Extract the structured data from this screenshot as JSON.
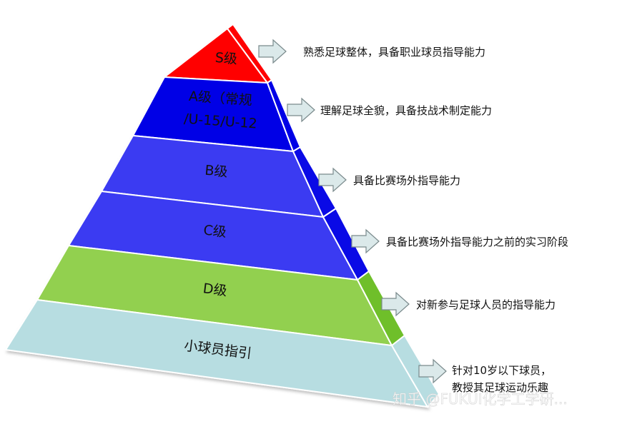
{
  "pyramid": {
    "levels": [
      {
        "label": "S级",
        "color": "#ff0000",
        "side_color": "#ff0000",
        "description": "熟悉足球整体，具备职业球员指导能力"
      },
      {
        "label_lines": [
          "A级（常规",
          "/U-15/U-12"
        ],
        "color": "#0000e6",
        "side_color": "#0000e6",
        "description": "理解足球全貌，具备技战术制定能力"
      },
      {
        "label": "B级",
        "color": "#3b3bf2",
        "side_color": "#0a0ae6",
        "description": "具备比赛场外指导能力"
      },
      {
        "label": "C级",
        "color": "#3b3bf2",
        "side_color": "#0a0ae6",
        "description": "具备比赛场外指导能力之前的实习阶段"
      },
      {
        "label": "D级",
        "color": "#92d050",
        "side_color": "#6fbf2a",
        "description": "对新参与足球人员的指导能力"
      },
      {
        "label": "小球员指引",
        "color": "#b7dde1",
        "side_color": "#b7dde1",
        "description_lines": [
          "针对10岁以下球员，",
          "教授其足球运动乐趣"
        ]
      }
    ],
    "arrow_color": "#dbe9ea",
    "arrow_stroke": "#7a8a8c"
  },
  "watermark": "知乎 @FUKUI化学工学研..."
}
